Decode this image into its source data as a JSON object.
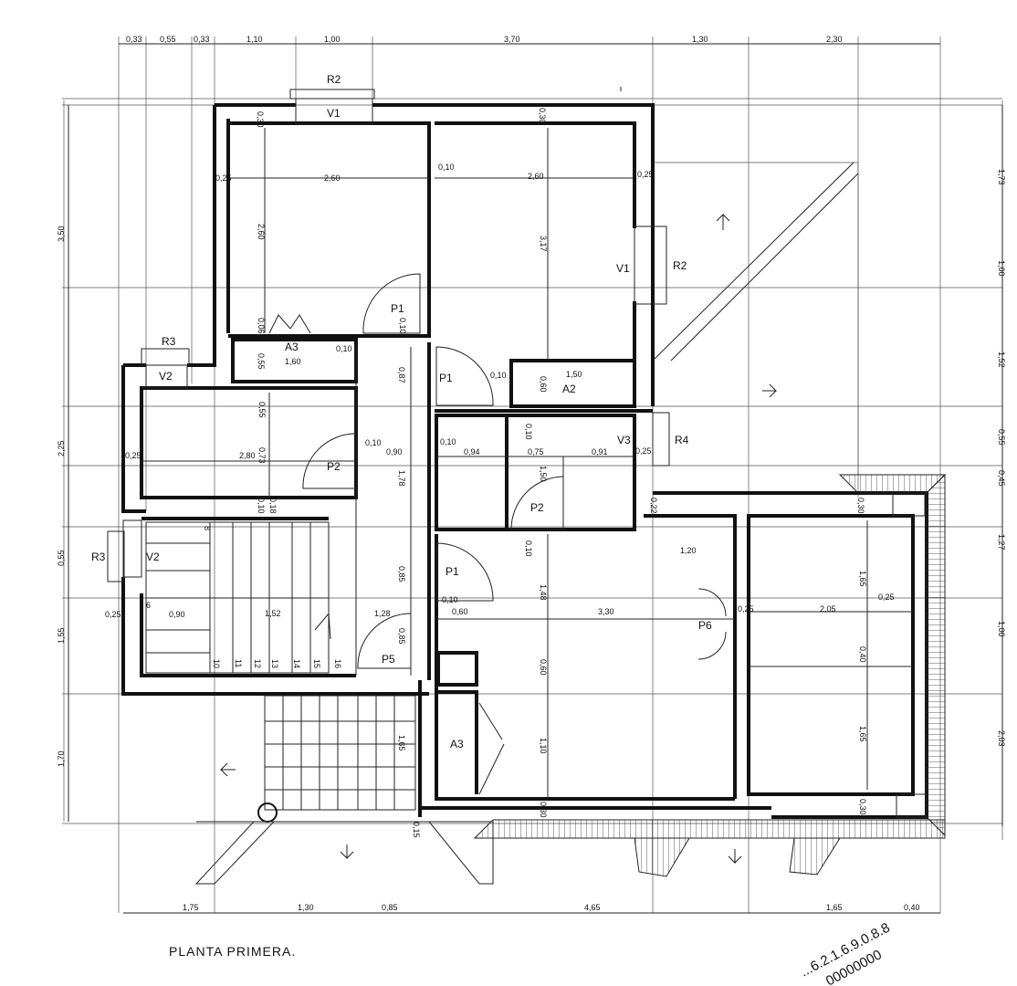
{
  "title": "PLANTA PRIMERA.",
  "stamp": [
    "...6.2.1.6.9.0.8.8",
    "00000000"
  ],
  "top_dims": [
    "0,33",
    "0,55",
    "0,33",
    "1,10",
    "1,00",
    "3,70",
    "1,30",
    "2,30"
  ],
  "bottom_dims": [
    "1,75",
    "1,30",
    "0,85",
    "4,65",
    "1,65",
    "0,40"
  ],
  "left_dims": [
    "3,50",
    "2,25",
    "0,55",
    "1,55",
    "1,70"
  ],
  "right_dims": [
    "1,73",
    "1,00",
    "1,52",
    "0,55",
    "0,45",
    "1,27",
    "1,00",
    "2,03"
  ],
  "interior_dims": [
    "0,30",
    "0,30",
    "0,25",
    "2,60",
    "0,10",
    "2,60",
    "2,60",
    "3,17",
    "0,25",
    "0,10",
    "0,06",
    "0,10",
    "0,55",
    "1,60",
    "0,87",
    "0,10",
    "0,60",
    "1,50",
    "0,55",
    "0,10",
    "0,25",
    "2,80",
    "0,73",
    "0,10",
    "0,90",
    "1,78",
    "0,10",
    "0,94",
    "0,75",
    "0,91",
    "0,25",
    "1,50",
    "0,22",
    "0,10",
    "0,18",
    "0,10",
    "0,30",
    "1,20",
    "0,85",
    "0,10",
    "0,60",
    "1,48",
    "3,30",
    "1,65",
    "0,25",
    "2,05",
    "0,25",
    "0,25",
    "0,90",
    "1,52",
    "1,28",
    "0,85",
    "0,40",
    "0,60",
    "1,65",
    "1,65",
    "1,10",
    "0,30",
    "0,30",
    "0,15"
  ],
  "openings": [
    "R2",
    "V1",
    "R2",
    "V1",
    "P1",
    "A3",
    "P1",
    "A2",
    "R3",
    "V2",
    "P2",
    "V3",
    "R4",
    "P2",
    "R3",
    "V2",
    "P1",
    "P6",
    "P5",
    "A3"
  ],
  "stair_steps": [
    "6",
    "8",
    "10",
    "11",
    "12",
    "13",
    "14",
    "15",
    "16"
  ]
}
